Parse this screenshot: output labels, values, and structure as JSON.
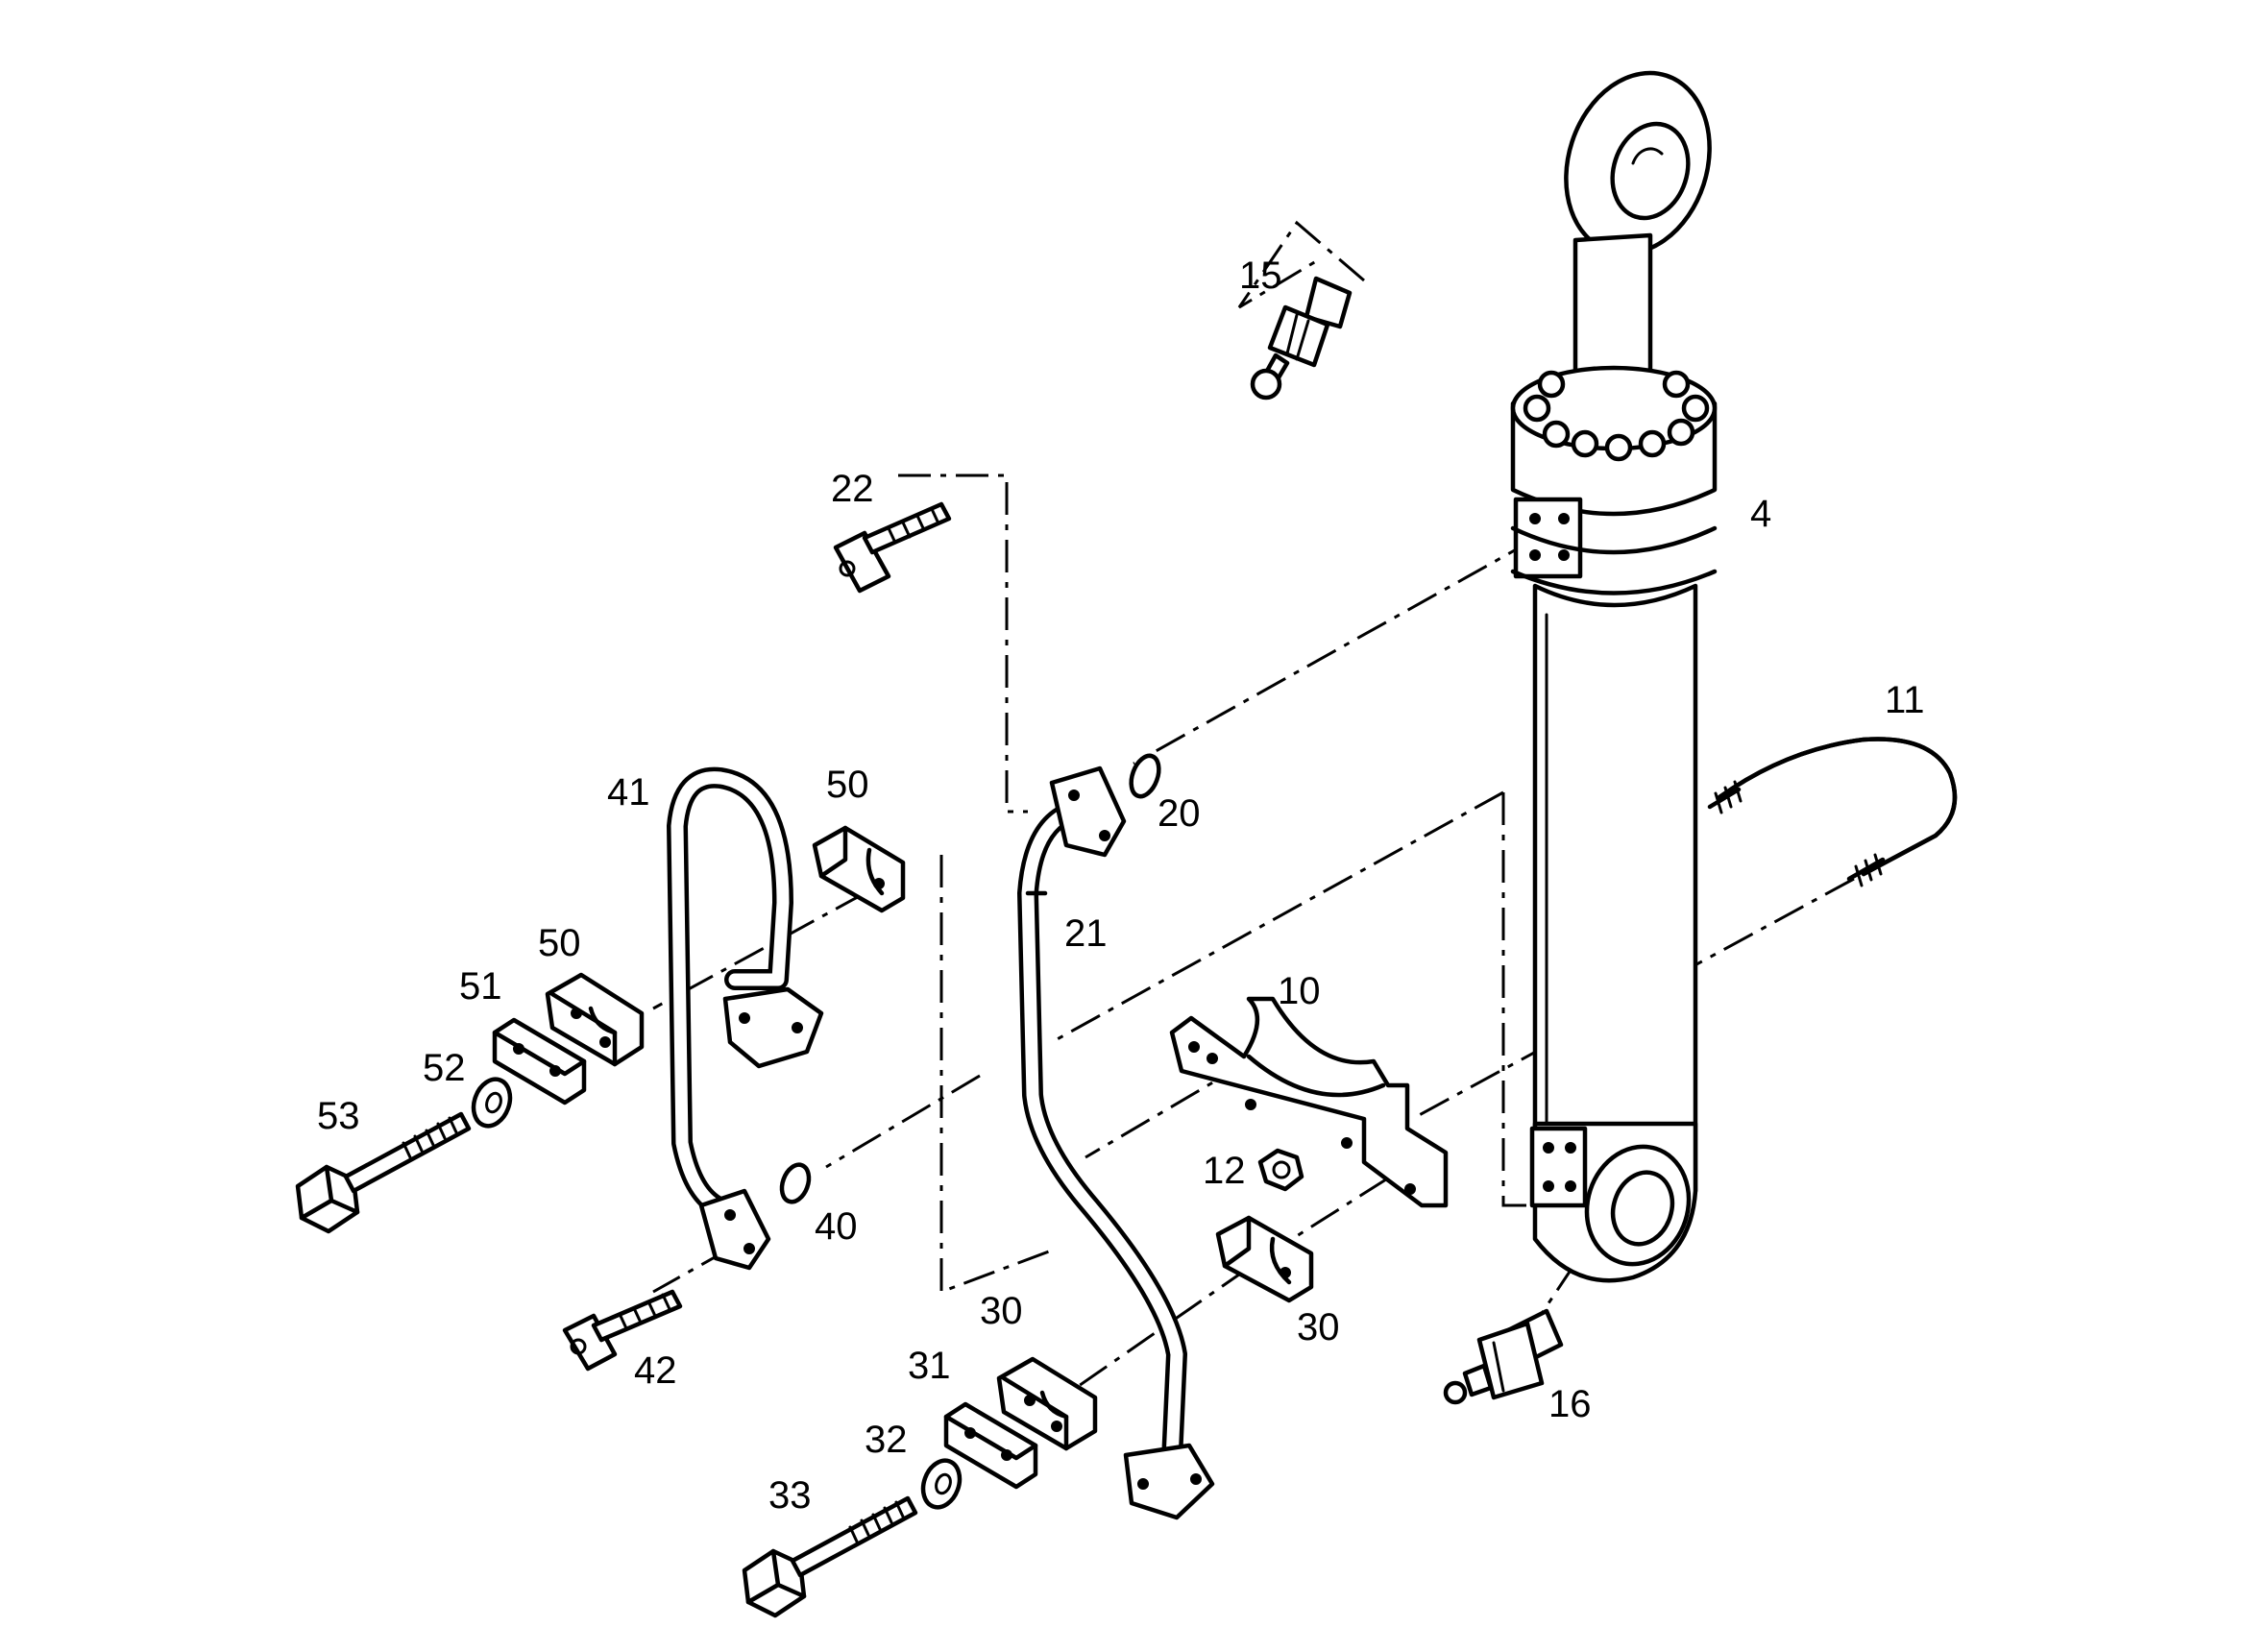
{
  "labels": [
    {
      "id": "4",
      "text": "4"
    },
    {
      "id": "10",
      "text": "10"
    },
    {
      "id": "11",
      "text": "11"
    },
    {
      "id": "12",
      "text": "12"
    },
    {
      "id": "15",
      "text": "15"
    },
    {
      "id": "16",
      "text": "16"
    },
    {
      "id": "20",
      "text": "20"
    },
    {
      "id": "21",
      "text": "21"
    },
    {
      "id": "22",
      "text": "22"
    },
    {
      "id": "30a",
      "text": "30"
    },
    {
      "id": "30b",
      "text": "30"
    },
    {
      "id": "31",
      "text": "31"
    },
    {
      "id": "32",
      "text": "32"
    },
    {
      "id": "33",
      "text": "33"
    },
    {
      "id": "40",
      "text": "40"
    },
    {
      "id": "41",
      "text": "41"
    },
    {
      "id": "42",
      "text": "42"
    },
    {
      "id": "50a",
      "text": "50"
    },
    {
      "id": "50b",
      "text": "50"
    },
    {
      "id": "51",
      "text": "51"
    },
    {
      "id": "52",
      "text": "52"
    },
    {
      "id": "53",
      "text": "53"
    }
  ]
}
